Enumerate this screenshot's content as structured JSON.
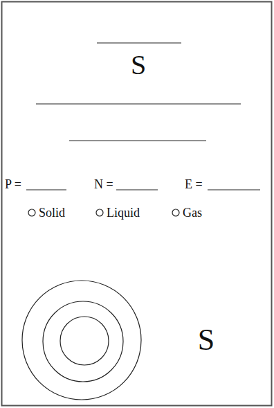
{
  "diagram": {
    "labels": [
      "S",
      "P =",
      "N =",
      "E =",
      "Solid",
      "Liquid",
      "Gas",
      "S"
    ]
  }
}
